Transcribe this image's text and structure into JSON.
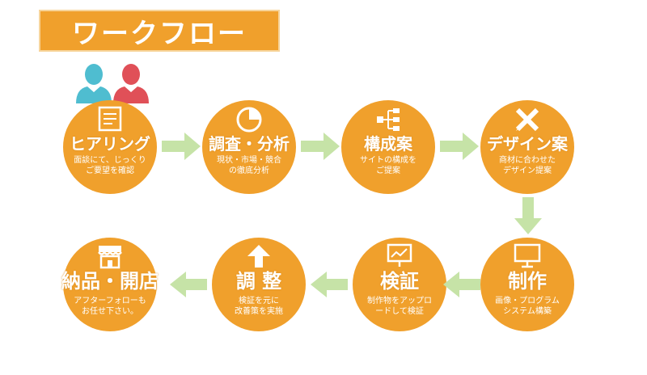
{
  "header": {
    "title": "ワークフロー"
  },
  "colors": {
    "circle": "#f0a02c",
    "arrow": "#c6e3a7",
    "person1": "#4fbdd0",
    "person2": "#e05058"
  },
  "steps": [
    {
      "title": "ヒアリング",
      "desc1": "面談にて、じっくり",
      "desc2": "ご要望を確認",
      "icon": "clipboard-icon"
    },
    {
      "title": "調査・分析",
      "desc1": "現状・市場・競合",
      "desc2": "の徹底分析",
      "icon": "pie-chart-icon"
    },
    {
      "title": "構成案",
      "desc1": "サイトの構成を",
      "desc2": "ご提案",
      "icon": "sitemap-icon"
    },
    {
      "title": "デザイン案",
      "desc1": "商材に合わせた",
      "desc2": "デザイン提案",
      "icon": "pencil-ruler-icon"
    },
    {
      "title": "制作",
      "desc1": "画像・プログラム",
      "desc2": "システム構築",
      "icon": "monitor-icon"
    },
    {
      "title": "検証",
      "desc1": "制作物をアップロ",
      "desc2": "ードして検証",
      "icon": "presentation-chart-icon"
    },
    {
      "title": "調 整",
      "desc1": "検証を元に",
      "desc2": "改善策を実施",
      "icon": "up-arrow-icon"
    },
    {
      "title": "納品・開店",
      "desc1": "アフターフォローも",
      "desc2": "お任せ下さい。",
      "icon": "storefront-icon"
    }
  ]
}
